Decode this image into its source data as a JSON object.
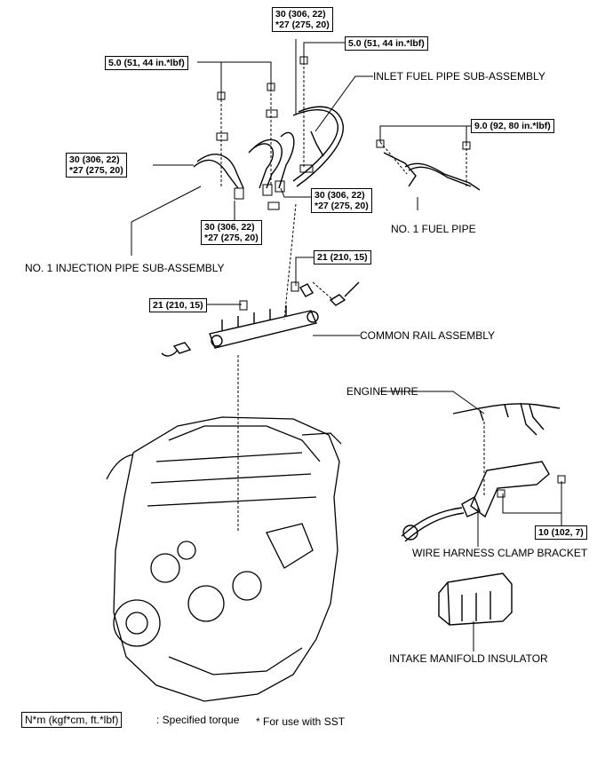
{
  "labels": {
    "inlet_fuel_pipe": "INLET FUEL PIPE SUB-ASSEMBLY",
    "no1_fuel_pipe": "NO. 1 FUEL PIPE",
    "no1_injection_pipe": "NO. 1 INJECTION PIPE SUB-ASSEMBLY",
    "common_rail": "COMMON RAIL ASSEMBLY",
    "engine_wire": "ENGINE WIRE",
    "wire_harness_clamp_bracket": "WIRE HARNESS CLAMP BRACKET",
    "intake_manifold_insulator": "INTAKE MANIFOLD INSULATOR"
  },
  "torques": {
    "t_top": {
      "line1": "30 (306, 22)",
      "line2": "*27 (275, 20)"
    },
    "t_5a": "5.0 (51, 44 in.*lbf)",
    "t_5b": "5.0 (51, 44 in.*lbf)",
    "t_9": "9.0 (92, 80 in.*lbf)",
    "t_left": {
      "line1": "30 (306, 22)",
      "line2": "*27 (275, 20)"
    },
    "t_right": {
      "line1": "30 (306, 22)",
      "line2": "*27 (275, 20)"
    },
    "t_bottom": {
      "line1": "30 (306, 22)",
      "line2": "*27 (275, 20)"
    },
    "t_21a": "21 (210, 15)",
    "t_21b": "21 (210, 15)",
    "t_10": "10 (102, 7)"
  },
  "legend": {
    "unit": "N*m (kgf*cm, ft.*lbf)",
    "unit_desc": ": Specified torque",
    "sst_note": "* For use with SST"
  }
}
